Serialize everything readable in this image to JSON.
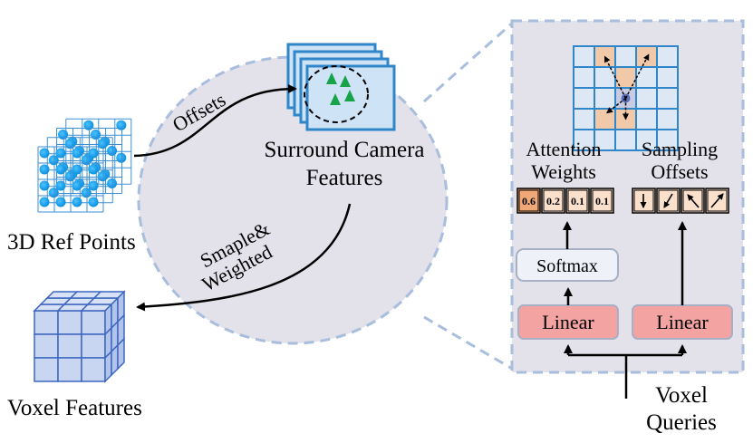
{
  "labels": {
    "offsets": "Offsets",
    "surround_line1": "Surround Camera",
    "surround_line2": "Features",
    "ref_points": "3D Ref Points",
    "sample_line1": "Smaple&",
    "sample_line2": "Weighted",
    "voxel_features": "Voxel Features",
    "attention_line1": "Attention",
    "attention_line2": "Weights",
    "sampling_line1": "Sampling",
    "sampling_line2": "Offsets",
    "softmax": "Softmax",
    "linear_left": "Linear",
    "linear_right": "Linear",
    "voxel_queries_line1": "Voxel",
    "voxel_queries_line2": "Queries"
  },
  "attention_weights": [
    "0.6",
    "0.2",
    "0.1",
    "0.1"
  ],
  "colors": {
    "ellipse_fill": "#e3e1ea",
    "dashed_border": "#a9bedd",
    "grid_blue": "#2f86c8",
    "cell_fill": "#dde8f4",
    "highlight_orange": "#f2c9a8",
    "linear_fill": "#f4a3a3",
    "softmax_fill": "#eef2f8",
    "weight_fill": "#fbe0cc",
    "weight_first": "#f0a878",
    "point_blue": "#0a9be8",
    "tri_green": "#16a34a",
    "camera_fill": "#cfe3f6",
    "voxel_fill": "#c9d6f2",
    "voxel_edge": "#3e66c0"
  }
}
